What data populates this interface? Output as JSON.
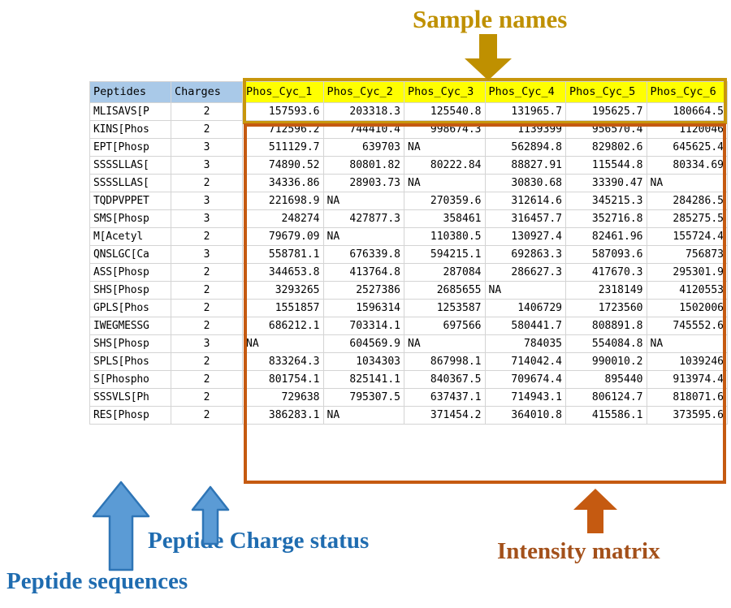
{
  "table": {
    "columns": [
      "Peptides",
      "Charges",
      "Phos_Cyc_1",
      "Phos_Cyc_2",
      "Phos_Cyc_3",
      "Phos_Cyc_4",
      "Phos_Cyc_5",
      "Phos_Cyc_6"
    ],
    "header_labels": {
      "peptides": "Peptides",
      "charges": "Charges",
      "sample_1": "Phos_Cyc_1",
      "sample_2": "Phos_Cyc_2",
      "sample_3": "Phos_Cyc_3",
      "sample_4": "Phos_Cyc_4",
      "sample_5": "Phos_Cyc_5",
      "sample_6": "Phos_Cyc_6"
    },
    "rows": [
      {
        "peptide": "MLISAVS[P",
        "charge": "2",
        "values": [
          "157593.6",
          "203318.3",
          "125540.8",
          "131965.7",
          "195625.7",
          "180664.5"
        ]
      },
      {
        "peptide": "KINS[Phos",
        "charge": "2",
        "values": [
          "712596.2",
          "744410.4",
          "998674.3",
          "1139399",
          "956570.4",
          "1120046"
        ]
      },
      {
        "peptide": "EPT[Phosp",
        "charge": "3",
        "values": [
          "511129.7",
          "639703",
          "NA",
          "562894.8",
          "829802.6",
          "645625.4"
        ]
      },
      {
        "peptide": "SSSSLLAS[",
        "charge": "3",
        "values": [
          "74890.52",
          "80801.82",
          "80222.84",
          "88827.91",
          "115544.8",
          "80334.69"
        ]
      },
      {
        "peptide": "SSSSLLAS[",
        "charge": "2",
        "values": [
          "34336.86",
          "28903.73",
          "NA",
          "30830.68",
          "33390.47",
          "NA"
        ]
      },
      {
        "peptide": "TQDPVPPET",
        "charge": "3",
        "values": [
          "221698.9",
          "NA",
          "270359.6",
          "312614.6",
          "345215.3",
          "284286.5"
        ]
      },
      {
        "peptide": "SMS[Phosp",
        "charge": "3",
        "values": [
          "248274",
          "427877.3",
          "358461",
          "316457.7",
          "352716.8",
          "285275.5"
        ]
      },
      {
        "peptide": "M[Acetyl",
        "charge": "2",
        "values": [
          "79679.09",
          "NA",
          "110380.5",
          "130927.4",
          "82461.96",
          "155724.4"
        ]
      },
      {
        "peptide": "QNSLGC[Ca",
        "charge": "3",
        "values": [
          "558781.1",
          "676339.8",
          "594215.1",
          "692863.3",
          "587093.6",
          "756873"
        ]
      },
      {
        "peptide": "ASS[Phosp",
        "charge": "2",
        "values": [
          "344653.8",
          "413764.8",
          "287084",
          "286627.3",
          "417670.3",
          "295301.9"
        ]
      },
      {
        "peptide": "SHS[Phosp",
        "charge": "2",
        "values": [
          "3293265",
          "2527386",
          "2685655",
          "NA",
          "2318149",
          "4120553"
        ]
      },
      {
        "peptide": "GPLS[Phos",
        "charge": "2",
        "values": [
          "1551857",
          "1596314",
          "1253587",
          "1406729",
          "1723560",
          "1502006"
        ]
      },
      {
        "peptide": "IWEGMESSG",
        "charge": "2",
        "values": [
          "686212.1",
          "703314.1",
          "697566",
          "580441.7",
          "808891.8",
          "745552.6"
        ]
      },
      {
        "peptide": "SHS[Phosp",
        "charge": "3",
        "values": [
          "NA",
          "604569.9",
          "NA",
          "784035",
          "554084.8",
          "NA"
        ]
      },
      {
        "peptide": "SPLS[Phos",
        "charge": "2",
        "values": [
          "833264.3",
          "1034303",
          "867998.1",
          "714042.4",
          "990010.2",
          "1039246"
        ]
      },
      {
        "peptide": "S[Phospho",
        "charge": "2",
        "values": [
          "801754.1",
          "825141.1",
          "840367.5",
          "709674.4",
          "895440",
          "913974.4"
        ]
      },
      {
        "peptide": "SSSVLS[Ph",
        "charge": "2",
        "values": [
          "729638",
          "795307.5",
          "637437.1",
          "714943.1",
          "806124.7",
          "818071.6"
        ]
      },
      {
        "peptide": "RES[Phosp",
        "charge": "2",
        "values": [
          "386283.1",
          "NA",
          "371454.2",
          "364010.8",
          "415586.1",
          "373595.6"
        ]
      }
    ]
  },
  "annotations": {
    "sample_names": {
      "label": "Sample names",
      "color": "#bf9000",
      "arrow": "arrow-down"
    },
    "intensity_matrix": {
      "label": "Intensity matrix",
      "color": "#a3501a",
      "arrow": "arrow-up"
    },
    "peptide_charge_status": {
      "label": "Peptide Charge status",
      "color": "#1f6cb0",
      "arrow": "arrow-up"
    },
    "peptide_sequences": {
      "label": "Peptide sequences",
      "color": "#1f6cb0",
      "arrow": "arrow-up"
    }
  },
  "highlight_boxes": {
    "header_box_color": "#c8960c",
    "matrix_box_color": "#c55a11",
    "header_fill_color": "#ffff00",
    "index_header_fill_color": "#a9c9e8"
  }
}
